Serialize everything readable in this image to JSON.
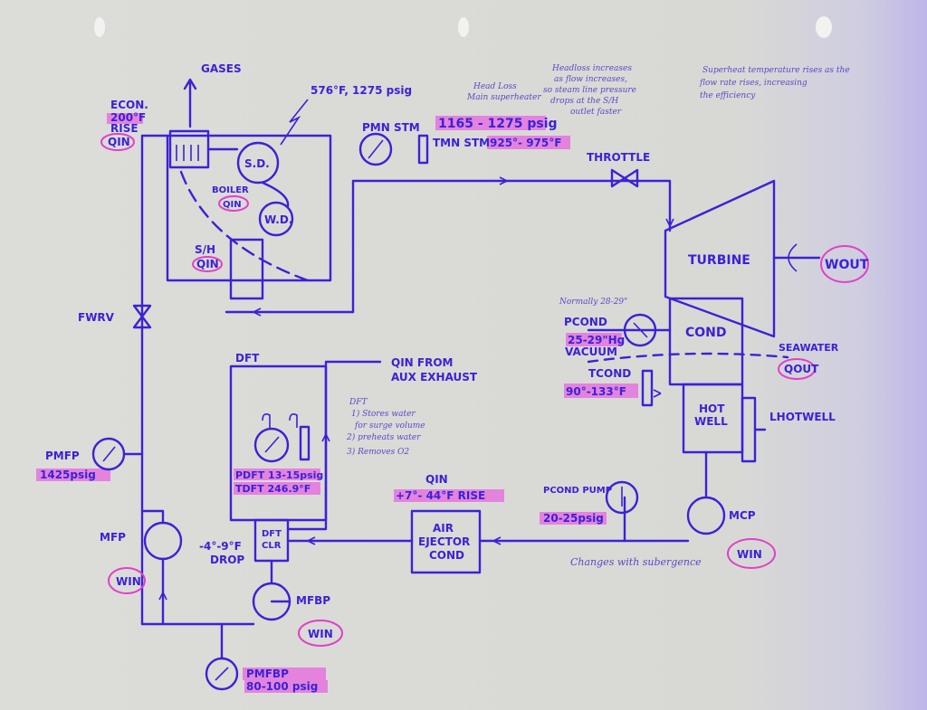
{
  "title": "Steam Plant Cycle Diagram",
  "labels": {
    "gases": "GASES",
    "econ": "ECON.",
    "econ_rise": "200°F RISE",
    "econ_rise_1": "200°F",
    "econ_rise_2": "RISE",
    "q_in": "QIN",
    "sd_pressure": "576°F, 1275 psig",
    "sd": "S.D.",
    "wd": "W.D.",
    "boiler": "BOILER",
    "sh": "S/H",
    "p_mn_stm": "PMN STM",
    "p_mn_stm_value": "1165 - 1275 psig",
    "t_mn_stm": "TMN STM",
    "t_mn_stm_value": "925°- 975°F",
    "throttle": "THROTTLE",
    "turbine": "TURBINE",
    "w_out": "WOUT",
    "fwrv": "FWRV",
    "dft": "DFT",
    "q_in_from_aux": "QIN FROM",
    "aux_exhaust": "AUX EXHAUST",
    "p_dft": "PDFT 13-15psig",
    "t_dft": "TDFT 246.9°F",
    "dft_clr": "DFT",
    "dft_clr_2": "CLR",
    "dft_clr_drop": "-4°-9°F",
    "drop": "DROP",
    "p_cond": "PCOND",
    "p_cond_value": "25-29\"Hg",
    "vacuum": "VACUUM",
    "normally": "Normally 28-29\"",
    "cond": "COND",
    "seawater": "SEAWATER",
    "q_out": "QOUT",
    "t_cond": "TCOND",
    "t_cond_value": "90°-133°F",
    "hot_well": "HOT",
    "hot_well_2": "WELL",
    "l_hotwell": "LHOTWELL",
    "mcp": "MCP",
    "w_in": "WIN",
    "air_ejector_q": "QIN",
    "air_ejector_rise": "+7°- 44°F RISE",
    "air_ejector_1": "AIR",
    "air_ejector_2": "EJECTOR",
    "air_ejector_3": "COND",
    "p_cond_pump": "PCOND PUMP",
    "p_cond_pump_value": "20-25psig",
    "changes_note": "Changes with subergence",
    "p_mfp": "PMFP",
    "p_mfp_value": "1425psig",
    "mfp": "MFP",
    "mfbp": "MFBP",
    "p_mfbp": "PMFBP",
    "p_mfbp_value": "80-100 psig"
  },
  "notes": {
    "head_loss_1": "Head Loss",
    "head_loss_2": "Main superheater",
    "headloss_1": "Headloss increases",
    "headloss_2": "as flow increases,",
    "headloss_3": "so steam line pressure",
    "headloss_4": "drops at the S/H",
    "headloss_5": "outlet faster",
    "superheat_1": "Superheat temperature rises as the",
    "superheat_2": "flow rate rises, increasing",
    "superheat_3": "the efficiency",
    "dft_1": "DFT",
    "dft_2": "1) Stores water",
    "dft_3": "for surge volume",
    "dft_4": "2) preheats water",
    "dft_5": "3) Removes O2"
  },
  "colors": {
    "ink": "#3b22d6",
    "highlight": "#e665e0",
    "paper": "#d9dad6"
  }
}
